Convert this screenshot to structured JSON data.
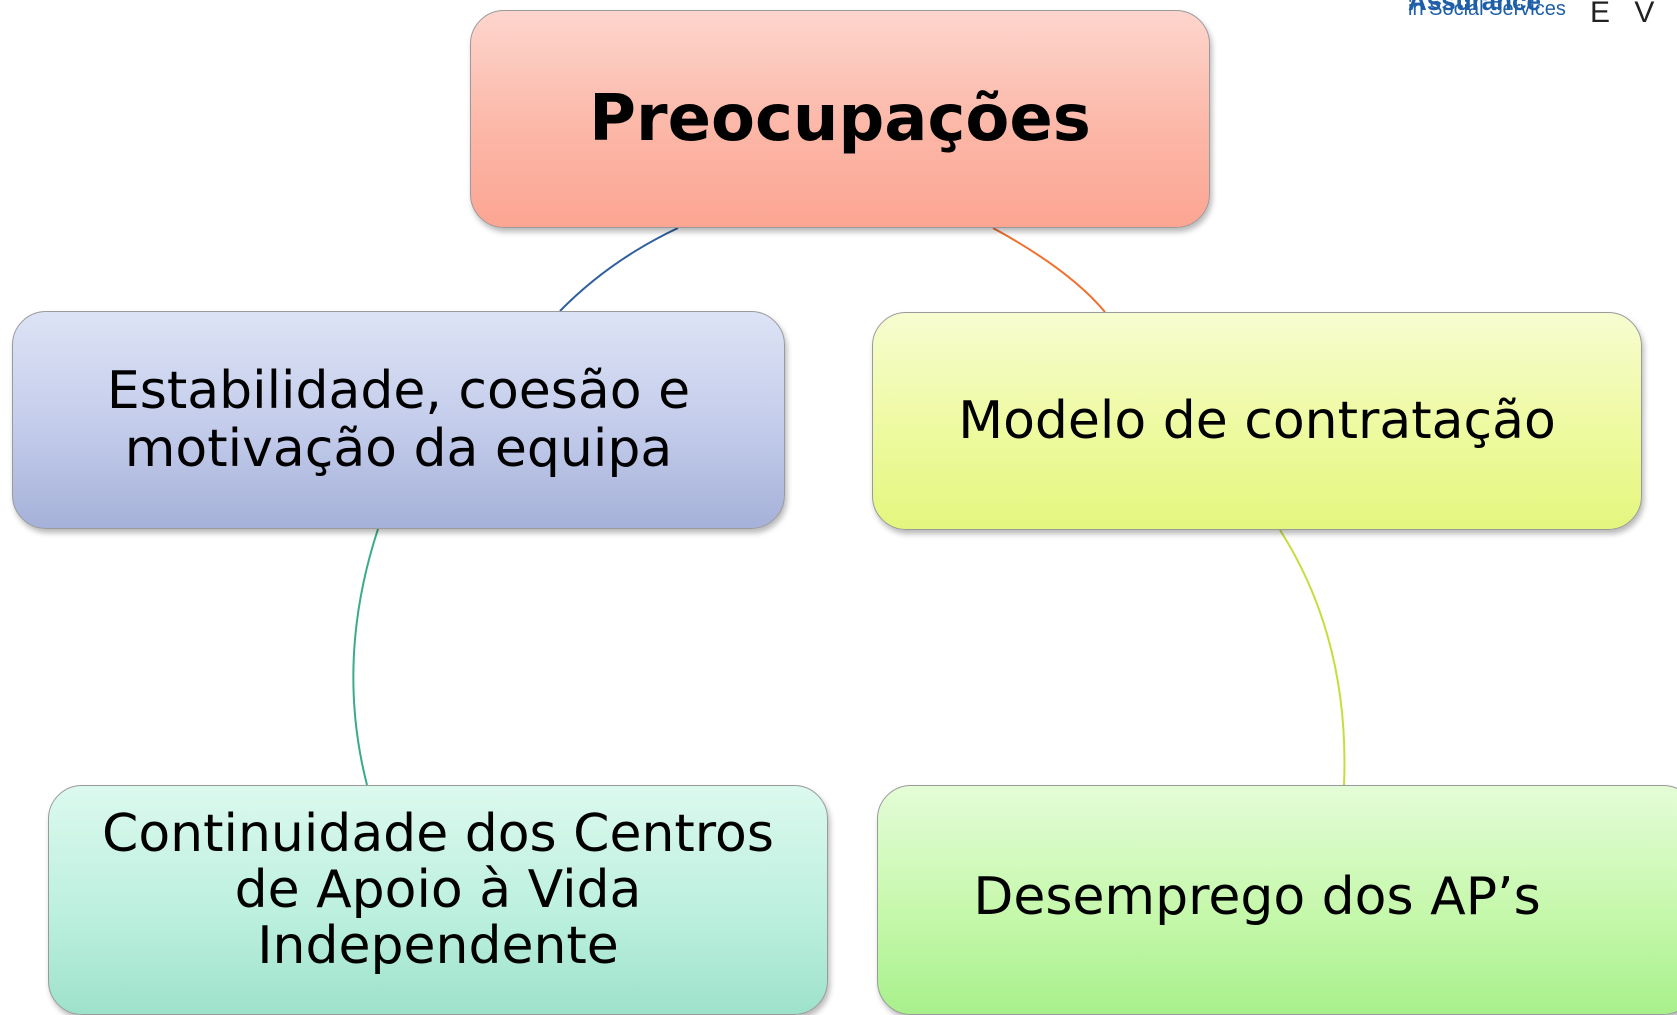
{
  "diagram": {
    "root": {
      "label": "Preocupações"
    },
    "nodes": {
      "estabilidade": {
        "line1": "Estabilidade, coesão e",
        "line2": "motivação da equipa"
      },
      "modelo": {
        "label": "Modelo de contratação"
      },
      "continuidade": {
        "line1": "Continuidade dos Centros",
        "line2": "de Apoio à Vida",
        "line3": "Independente"
      },
      "desemprego": {
        "label": "Desemprego dos AP’s"
      }
    },
    "edges": [
      {
        "from": "root",
        "to": "estabilidade",
        "color": "#2f5f9e"
      },
      {
        "from": "root",
        "to": "modelo",
        "color": "#f07030"
      },
      {
        "from": "estabilidade",
        "to": "continuidade",
        "color": "#3aaa8a"
      },
      {
        "from": "modelo",
        "to": "desemprego",
        "color": "#c8dc3c"
      }
    ],
    "colors": {
      "root": "#fcb7a7",
      "estabilidade": "#c2cbea",
      "modelo": "#eefa9f",
      "continuidade": "#bdf0df",
      "desemprego": "#c6f8ac"
    }
  },
  "logo": {
    "line1": "Assurance",
    "line2": "in Social Services",
    "mark": "E V C"
  }
}
